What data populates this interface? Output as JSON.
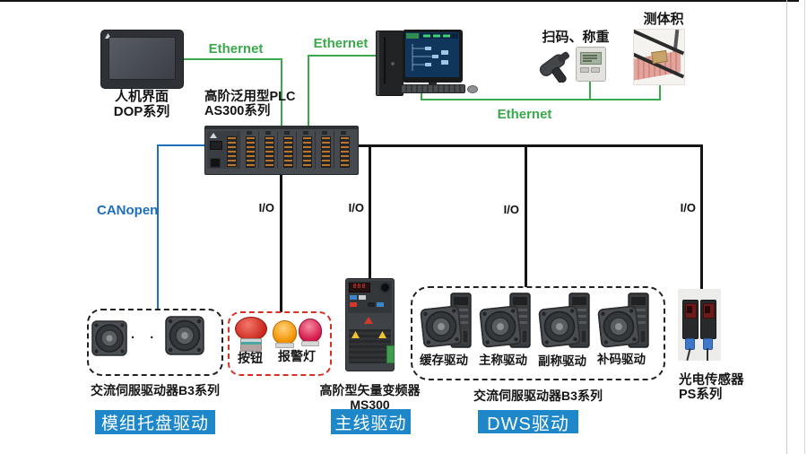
{
  "links": {
    "ethernet": "Ethernet",
    "canopen": "CANopen",
    "io": "I/O"
  },
  "nodes": {
    "hmi": {
      "line1": "人机界面",
      "line2": "DOP系列"
    },
    "plc": {
      "line1": "高阶泛用型PLC",
      "line2": "AS300系列"
    },
    "scan_weigh": {
      "label": "扫码、称重"
    },
    "volume": {
      "label": "测体积"
    },
    "module_tray": {
      "caption": "交流伺服驱动器B3系列",
      "dots": "· · ·",
      "badge": "模组托盘驱动"
    },
    "panel": {
      "button": "按钮",
      "alarm": "报警灯"
    },
    "vfd": {
      "line1": "高阶型矢量变频器",
      "line2": "MS300",
      "badge": "主线驱动",
      "display": "888"
    },
    "dws": {
      "drives": [
        "缓存驱动",
        "主称驱动",
        "副称驱动",
        "补码驱动"
      ],
      "caption": "交流伺服驱动器B3系列",
      "badge": "DWS驱动"
    },
    "sensor": {
      "line1": "光电传感器",
      "line2": "PS系列"
    }
  },
  "colors": {
    "ethernet_green": "#3aa94c",
    "canopen_blue": "#1c6fba",
    "line_black": "#141414",
    "dashed_red": "#d93025",
    "dashed_black": "#222222",
    "badge_blue": "#1d87c9",
    "badge_text": "#ffffff"
  }
}
